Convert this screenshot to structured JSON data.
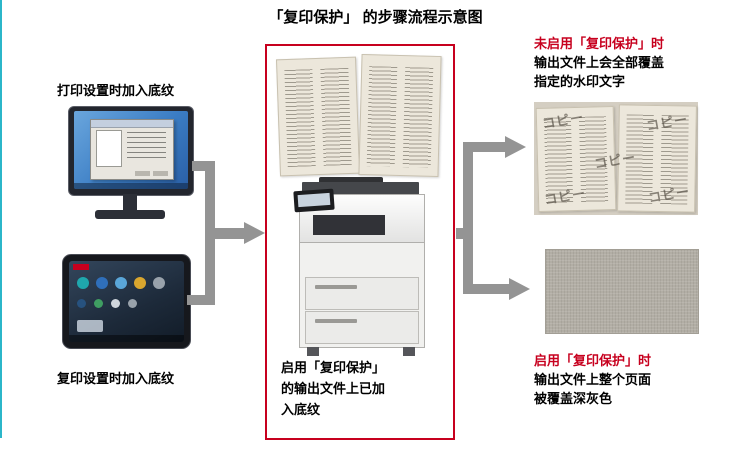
{
  "title": "「复印保护」 的步骤流程示意图",
  "left_column": {
    "print_label": "打印设置时加入底纹",
    "copy_label": "复印设置时加入底纹"
  },
  "center_box": {
    "caption_lines": [
      "启用「复印保护」",
      "的输出文件上已加",
      "入底纹"
    ]
  },
  "right_top": {
    "heading": "未启用「复印保护」时",
    "lines": [
      "输出文件上会全部覆盖",
      "指定的水印文字"
    ],
    "watermark_text": "コピー"
  },
  "right_bottom": {
    "heading": "启用「复印保护」时",
    "lines": [
      "输出文件上整个页面",
      "被覆盖深灰色"
    ]
  },
  "colors": {
    "accent_red": "#c7001e",
    "arrow_gray": "#949494",
    "teal_edge": "#2bb6c9",
    "screen_blue": "#3b7dc4",
    "page_beige": "#ece7db",
    "gray_output": "#b2aea5"
  }
}
